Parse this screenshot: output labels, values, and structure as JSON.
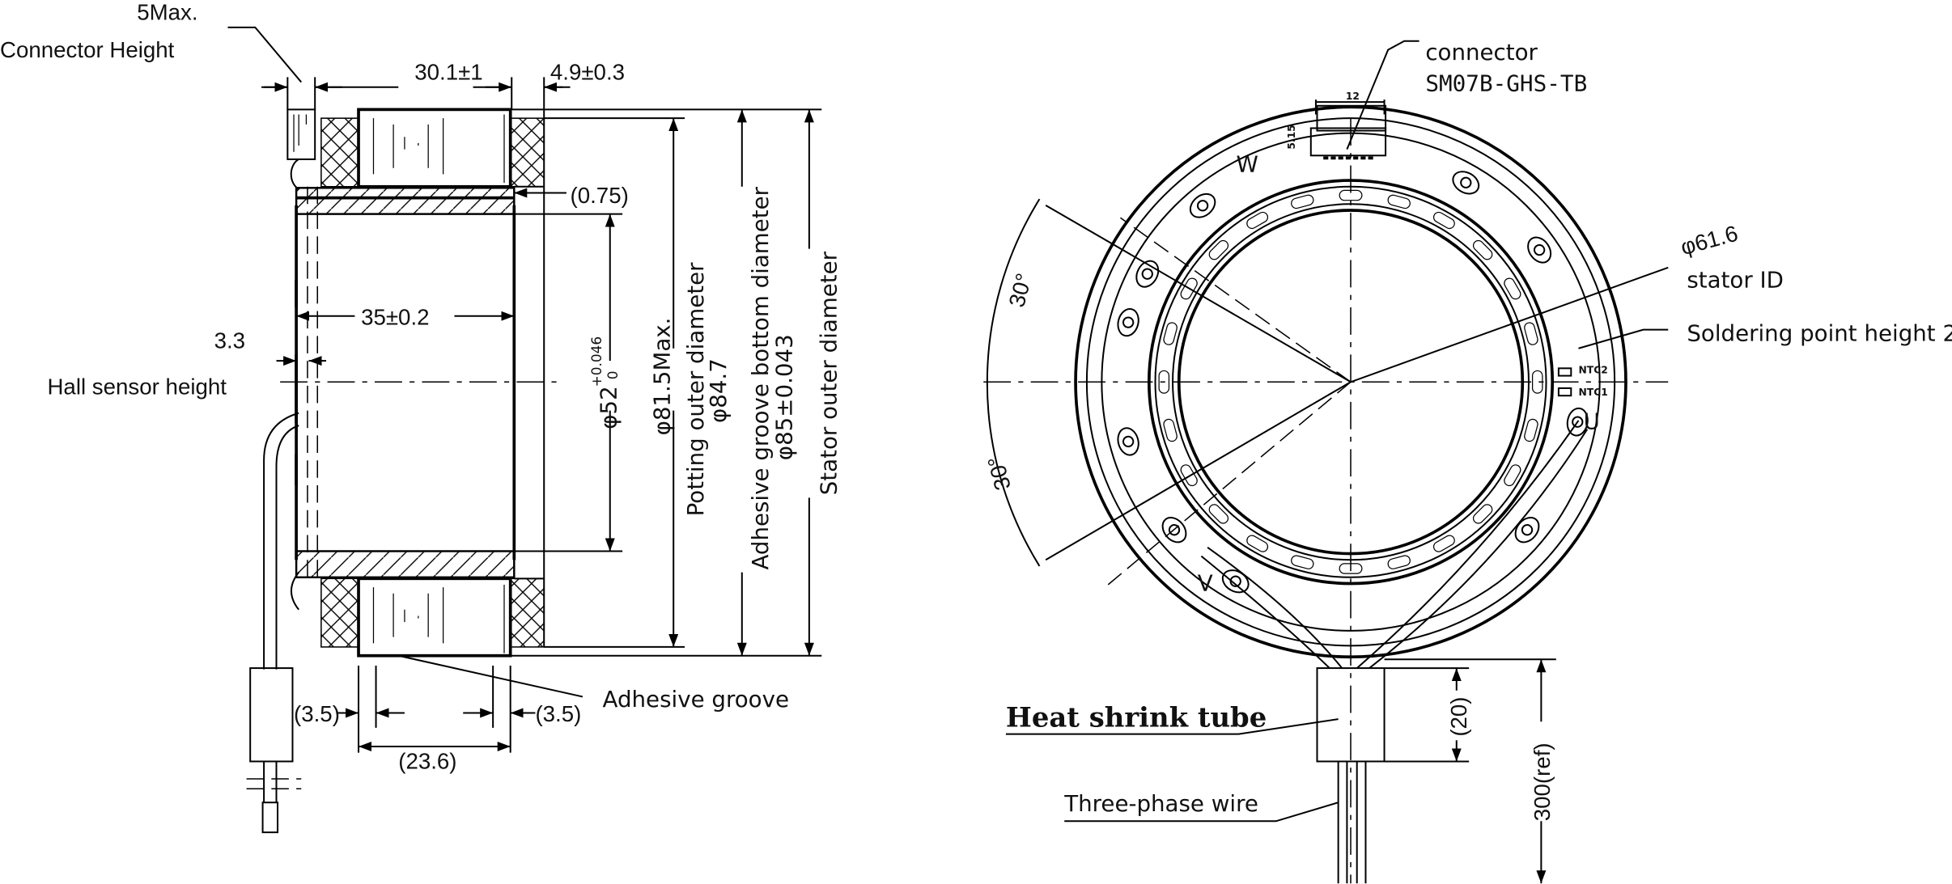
{
  "side_view": {
    "connector_height_value": "5Max.",
    "connector_height_label": "Connector Height",
    "dim_length": "30.1±1",
    "dim_potting": "4.9±0.3",
    "dim_gap": "(0.75)",
    "dim_inner_length": "35±0.2",
    "hall_value": "3.3",
    "hall_label": "Hall sensor height",
    "dim_bore": "φ52",
    "dim_bore_tol_upper": "+0.046",
    "dim_bore_tol_lower": "0",
    "dim_potting_od": "φ81.5Max.",
    "potting_od_label": "Potting outer diameter",
    "dim_groove_bottom": "φ84.7",
    "groove_bottom_label": "Adhesive groove bottom diameter",
    "dim_stator_od": "φ85±0.043",
    "stator_od_label": "Stator outer diameter",
    "dim_left_groove": "(3.5)",
    "dim_right_groove": "(3.5)",
    "dim_groove_span": "(23.6)",
    "adhesive_groove_label": "Adhesive groove"
  },
  "front_view": {
    "connector_label": "connector",
    "connector_part": "SM07B-GHS-TB",
    "connector_width": "12",
    "connector_offset": "5.15",
    "phase_w": "W",
    "phase_u": "U",
    "phase_v": "V",
    "ntc2": "NTC2",
    "ntc1": "NTC1",
    "stator_id_value": "φ61.6",
    "stator_id_label": "stator ID",
    "soldering_label": "Soldering point height 2",
    "angle_top": "30°",
    "angle_bottom": "30°",
    "heat_shrink_label": "Heat shrink tube",
    "tube_length": "(20)",
    "wire_length": "300(ref)",
    "wire_label": "Three-phase wire"
  }
}
